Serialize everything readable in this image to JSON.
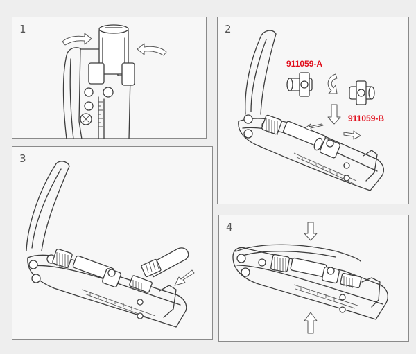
{
  "steps": [
    {
      "number": "1"
    },
    {
      "number": "2"
    },
    {
      "number": "3"
    },
    {
      "number": "4"
    }
  ],
  "labels": {
    "part_a": "911059-A",
    "part_b": "911059-B"
  },
  "colors": {
    "label_red": "#e10f1c",
    "line": "#3c3c3c",
    "panel_bg": "#f7f7f7"
  }
}
